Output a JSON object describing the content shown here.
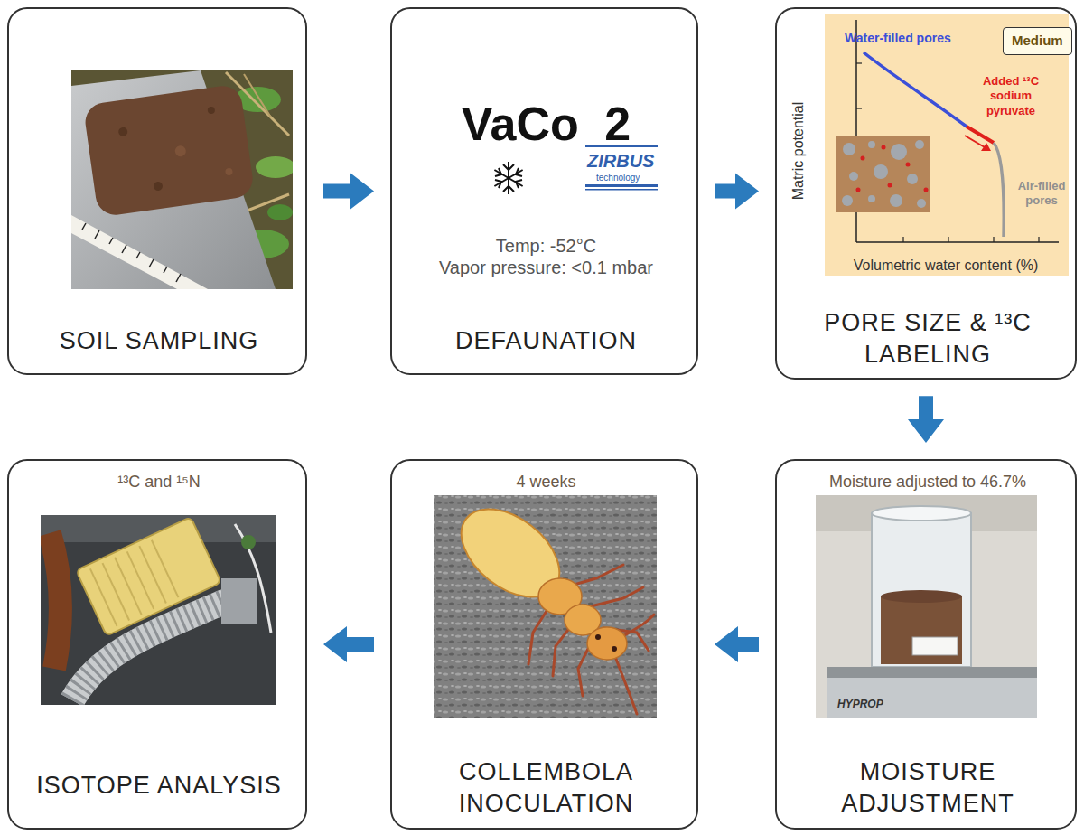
{
  "diagram": {
    "nodes": [
      {
        "text": [
          "SOIL SAMPLING"
        ]
      },
      {
        "text": [
          "VaCo 2",
          "ZIRBUS",
          "technology",
          "Temp: -52°C",
          "Vapor pressure: <0.1 mbar",
          "DEFAUNATION"
        ]
      },
      {
        "text": [
          "Water-filled pores",
          "Added ¹³C sodium pyruvate",
          "Air-filled pores",
          "Matric potential",
          "Volumetric water content (%)",
          "PORE SIZE & ¹³C LABELING"
        ]
      },
      {
        "text": [
          "Medium"
        ],
        "in": 2
      },
      {
        "text": [
          "Moisture adjusted to 46.7%",
          "HYPROP",
          "MOISTURE ADJUSTMENT"
        ]
      },
      {
        "text": [
          "4 weeks",
          "COLLEMBOLA INOCULATION"
        ]
      },
      {
        "text": [
          "¹³C and ¹⁵N",
          "ISOTOPE ANALYSIS"
        ]
      }
    ],
    "edges": [
      {
        "from": 0,
        "to": 1,
        "arrow": "to"
      },
      {
        "from": 1,
        "to": 2,
        "arrow": "to"
      },
      {
        "from": 2,
        "to": 4,
        "arrow": "to"
      },
      {
        "from": 4,
        "to": 5,
        "arrow": "to"
      },
      {
        "from": 5,
        "to": 6,
        "arrow": "to"
      }
    ]
  }
}
